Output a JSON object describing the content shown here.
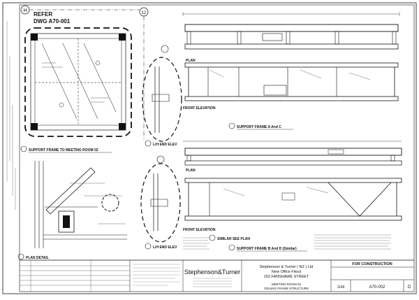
{
  "sheet": {
    "grid_h": "H",
    "grid_12": "12",
    "refer_line1": "REFER",
    "refer_line2": "DWG A70-001",
    "stamp": "FOR CONSTRUCTION",
    "sheet_no": "A70-002",
    "revision": "D",
    "job_no": "1146"
  },
  "views": {
    "lh_end_elev_top": "L/H END ELEV",
    "lh_end_elev_bottom": "L/H END ELEV",
    "front_elevation_top": "FRONT ELEVATION",
    "front_elevation_bottom": "FRONT ELEVATION",
    "support_frame_a_c": "SUPPORT FRAME A And C",
    "support_frame_b_d": "SUPPORT FRAME B And D (Similar)",
    "support_frame_meeting": "SUPPORT FRAME TO MEETING ROOM 02",
    "plan_detail": "PLAN DETAIL",
    "plan_top": "PLAN",
    "plan_bottom": "PLAN",
    "similar_see_plan": "SIMILAR SEE PLAN"
  },
  "title_block": {
    "firm_name": "Stephenson&Turner",
    "client_line1": "Stephenson & Turner ( NZ ) Ltd",
    "client_line2": "New Office Fitout",
    "client_line3": "152 FANSHAWE STREET",
    "drawing_line1": "MEETING ROOM 02",
    "drawing_line2": "CEILING FRAME STRUCTURE"
  },
  "colors": {
    "ink": "#111111",
    "paper": "#ffffff",
    "faint": "#777777"
  }
}
